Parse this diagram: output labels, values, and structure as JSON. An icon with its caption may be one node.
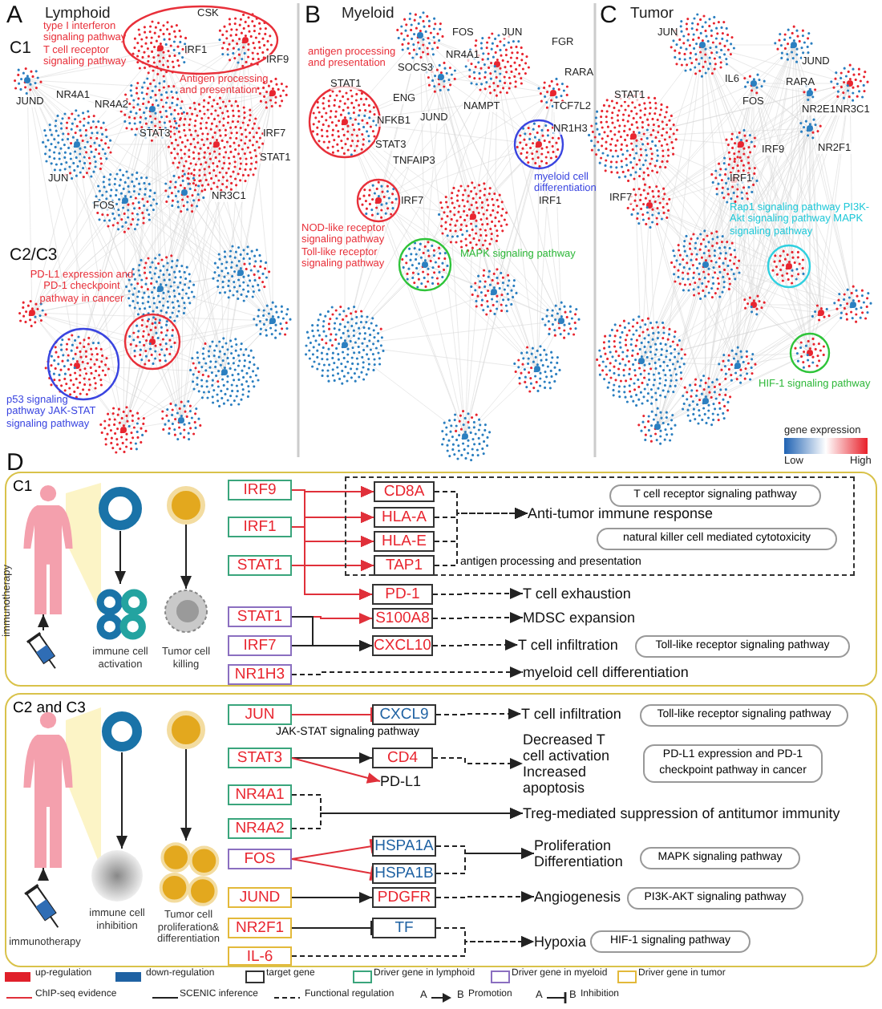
{
  "diagram": {
    "nodes": [
      {
        "text": [
          "C1"
        ]
      },
      {
        "text": [],
        "shape": "person",
        "in": 0
      },
      {
        "text": [],
        "shape": "picture",
        "in": 0,
        "beside": [
          "immunotherapy"
        ]
      },
      {
        "text": [],
        "shape": "circle",
        "in": 0
      },
      {
        "text": [],
        "shape": "picture",
        "in": 0,
        "beside": [
          "immune cell activation"
        ]
      },
      {
        "text": [],
        "shape": "circle",
        "in": 0
      },
      {
        "text": [],
        "shape": "circle",
        "in": 0,
        "beside": [
          "Tumor cell killing"
        ]
      },
      {
        "text": [
          "IRF9"
        ],
        "in": 0
      },
      {
        "text": [
          "IRF1"
        ],
        "in": 0
      },
      {
        "text": [
          "STAT1"
        ],
        "in": 0
      },
      {
        "text": [
          "STAT1"
        ],
        "in": 0
      },
      {
        "text": [
          "IRF7"
        ],
        "in": 0
      },
      {
        "text": [
          "NR1H3"
        ],
        "in": 0
      },
      {
        "text": [
          "antigen processing and presentation"
        ],
        "in": 0
      },
      {
        "text": [
          "CD8A"
        ],
        "in": 13
      },
      {
        "text": [
          "HLA-A"
        ],
        "in": 13
      },
      {
        "text": [
          "HLA-E"
        ],
        "in": 13
      },
      {
        "text": [
          "TAP1"
        ],
        "in": 13
      },
      {
        "text": [
          "T cell receptor signaling pathway"
        ],
        "in": 13
      },
      {
        "text": [
          "natural killer cell mediated cytotoxicity"
        ],
        "in": 13
      },
      {
        "text": [
          "Anti-tumor immune response"
        ],
        "in": 13
      },
      {
        "text": [
          "PD-1"
        ],
        "in": 0
      },
      {
        "text": [
          "S100A8"
        ],
        "in": 0
      },
      {
        "text": [
          "CXCL10"
        ],
        "in": 0
      },
      {
        "text": [
          "T cell exhaustion"
        ],
        "in": 0
      },
      {
        "text": [
          "MDSC expansion"
        ],
        "in": 0
      },
      {
        "text": [
          "T cell infiltration"
        ],
        "in": 0
      },
      {
        "text": [
          "Toll-like receptor signaling pathway"
        ],
        "in": 0
      },
      {
        "text": [
          "myeloid cell differentiation"
        ],
        "in": 0
      },
      {
        "text": [
          "C2 and C3"
        ]
      },
      {
        "text": [],
        "shape": "person",
        "in": 29
      },
      {
        "text": [],
        "shape": "picture",
        "in": 29,
        "beside": [
          "immunotherapy"
        ]
      },
      {
        "text": [],
        "shape": "circle",
        "in": 29
      },
      {
        "text": [],
        "shape": "circle",
        "in": 29,
        "beside": [
          "immune cell inhibition"
        ]
      },
      {
        "text": [],
        "shape": "circle",
        "in": 29
      },
      {
        "text": [],
        "shape": "picture",
        "in": 29,
        "beside": [
          "Tumor cell proliferation& differentiation"
        ]
      },
      {
        "text": [
          "JUN"
        ],
        "in": 29
      },
      {
        "text": [
          "CXCL9"
        ],
        "in": 29
      },
      {
        "text": [
          "T cell infiltration"
        ],
        "in": 29
      },
      {
        "text": [
          "Toll-like receptor signaling pathway"
        ],
        "in": 29
      },
      {
        "text": [
          "STAT3"
        ],
        "in": 29
      },
      {
        "text": [
          "CD4"
        ],
        "in": 29
      },
      {
        "text": [
          "PD-L1"
        ],
        "in": 29
      },
      {
        "text": [
          "Decreased T cell activation Increased apoptosis"
        ],
        "in": 29
      },
      {
        "text": [
          "PD-L1 expression and PD-1 checkpoint pathway in cancer"
        ],
        "in": 29
      },
      {
        "text": [
          "NR4A1"
        ],
        "in": 29
      },
      {
        "text": [
          "NR4A2"
        ],
        "in": 29
      },
      {
        "text": [
          "Treg-mediated suppression of antitumor immunity"
        ],
        "in": 29
      },
      {
        "text": [
          "FOS"
        ],
        "in": 29
      },
      {
        "text": [
          "HSPA1A"
        ],
        "in": 29
      },
      {
        "text": [
          "HSPA1B"
        ],
        "in": 29
      },
      {
        "text": [
          "Proliferation Differentiation"
        ],
        "in": 29
      },
      {
        "text": [
          "MAPK signaling pathway"
        ],
        "in": 29
      },
      {
        "text": [
          "JUND"
        ],
        "in": 29
      },
      {
        "text": [
          "PDGFR"
        ],
        "in": 29
      },
      {
        "text": [
          "Angiogenesis"
        ],
        "in": 29
      },
      {
        "text": [
          "PI3K-AKT signaling pathway"
        ],
        "in": 29
      },
      {
        "text": [
          "NR2F1"
        ],
        "in": 29
      },
      {
        "text": [
          "TF"
        ],
        "in": 29
      },
      {
        "text": [
          "Hypoxia"
        ],
        "in": 29
      },
      {
        "text": [
          "HIF-1 signaling pathway"
        ],
        "in": 29
      },
      {
        "text": [
          "IL-6"
        ],
        "in": 29
      }
    ],
    "edges": [
      {
        "from": 2,
        "to": 1,
        "arrow": "to"
      },
      {
        "from": 3,
        "to": 4,
        "arrow": "to"
      },
      {
        "from": 5,
        "to": 6,
        "arrow": "to"
      },
      {
        "from": 7,
        "to": 14,
        "arrow": "to",
        "color": "#e0303a"
      },
      {
        "from": 7,
        "to": 15,
        "arrow": "to",
        "color": "#e0303a"
      },
      {
        "from": 7,
        "to": 16,
        "arrow": "to",
        "color": "#e0303a"
      },
      {
        "from": 7,
        "to": 17,
        "arrow": "to",
        "color": "#e0303a"
      },
      {
        "from": 7,
        "to": 21,
        "arrow": "to",
        "color": "#e0303a"
      },
      {
        "from": 8,
        "to": 14,
        "arrow": "to",
        "color": "#e0303a"
      },
      {
        "from": 8,
        "to": 15,
        "arrow": "to",
        "color": "#e0303a"
      },
      {
        "from": 8,
        "to": 16,
        "arrow": "to",
        "color": "#e0303a"
      },
      {
        "from": 8,
        "to": 17,
        "arrow": "to",
        "color": "#e0303a"
      },
      {
        "from": 8,
        "to": 21,
        "arrow": "to",
        "color": "#e0303a"
      },
      {
        "from": 9,
        "to": 14,
        "arrow": "to",
        "color": "#e0303a"
      },
      {
        "from": 9,
        "to": 15,
        "arrow": "to",
        "color": "#e0303a"
      },
      {
        "from": 9,
        "to": 16,
        "arrow": "to",
        "color": "#e0303a"
      },
      {
        "from": 9,
        "to": 17,
        "arrow": "to",
        "color": "#e0303a"
      },
      {
        "from": 9,
        "to": 21,
        "arrow": "to",
        "color": "#e0303a"
      },
      {
        "from": 10,
        "to": 22,
        "arrow": "to",
        "color": "#e0303a"
      },
      {
        "from": 10,
        "to": 23,
        "arrow": "to"
      },
      {
        "from": 11,
        "to": 23,
        "arrow": "to"
      },
      {
        "from": 12,
        "to": 28,
        "arrow": "to",
        "style": "dashed"
      },
      {
        "from": 14,
        "to": 20,
        "arrow": "to",
        "style": "dashed"
      },
      {
        "from": 15,
        "to": 20,
        "arrow": "to",
        "style": "dashed"
      },
      {
        "from": 16,
        "to": 20,
        "arrow": "to",
        "style": "dashed"
      },
      {
        "from": 17,
        "to": 20,
        "arrow": "to",
        "style": "dashed"
      },
      {
        "from": 21,
        "to": 24,
        "arrow": "to",
        "style": "dashed"
      },
      {
        "from": 22,
        "to": 25,
        "arrow": "to",
        "style": "dashed"
      },
      {
        "from": 23,
        "to": 26,
        "arrow": "to",
        "style": "dashed"
      },
      {
        "from": 31,
        "to": 30,
        "arrow": "to"
      },
      {
        "from": 32,
        "to": 33,
        "arrow": "to"
      },
      {
        "from": 34,
        "to": 35,
        "arrow": "to"
      },
      {
        "from": 36,
        "to": 37,
        "arrow": "other",
        "color": "#e0303a",
        "label": "JAK-STAT signaling pathway"
      },
      {
        "from": 37,
        "to": 38,
        "arrow": "to",
        "style": "dashed"
      },
      {
        "from": 40,
        "to": 41,
        "arrow": "to"
      },
      {
        "from": 40,
        "to": 42,
        "arrow": "to",
        "color": "#e0303a"
      },
      {
        "from": 41,
        "to": 43,
        "arrow": "to",
        "style": "dashed"
      },
      {
        "from": 45,
        "to": 47,
        "arrow": "to",
        "style": "dashed"
      },
      {
        "from": 46,
        "to": 47,
        "arrow": "to",
        "style": "dashed"
      },
      {
        "from": 48,
        "to": 49,
        "arrow": "other",
        "color": "#e0303a"
      },
      {
        "from": 48,
        "to": 50,
        "arrow": "other",
        "color": "#e0303a"
      },
      {
        "from": 49,
        "to": 51,
        "arrow": "to",
        "style": "dashed"
      },
      {
        "from": 50,
        "to": 51,
        "arrow": "to",
        "style": "dashed"
      },
      {
        "from": 53,
        "to": 54,
        "arrow": "to"
      },
      {
        "from": 54,
        "to": 55,
        "arrow": "to",
        "style": "dashed"
      },
      {
        "from": 57,
        "to": 58,
        "arrow": "other"
      },
      {
        "from": 58,
        "to": 59,
        "arrow": "to",
        "style": "dashed"
      },
      {
        "from": 61,
        "to": 59,
        "arrow": "to",
        "style": "dashed"
      }
    ],
    "labels": [
      "A",
      "Lymphoid",
      "C1",
      "type I interferon signaling pathway T cell receptor signaling pathway",
      "CSK",
      "IRF1",
      "IRF9",
      "Antigen processing and presentation",
      "JUND",
      "NR4A1",
      "NR4A2",
      "STAT3",
      "IRF7",
      "STAT1",
      "JUN",
      "FOS",
      "NR3C1",
      "C2/C3",
      "PD-L1 expression and PD-1 checkpoint pathway in cancer",
      "p53 signaling pathway JAK-STAT signaling pathway",
      "B",
      "Myeloid",
      "antigen processing and presentation",
      "FOS",
      "JUN",
      "NR4A1",
      "FGR",
      "RARA",
      "SOCS3",
      "STAT1",
      "ENG",
      "JUND",
      "NAMPT",
      "TCF7L2",
      "NFKB1",
      "NR1H3",
      "STAT3",
      "TNFAIP3",
      "myeloid cell differentiation",
      "IRF7",
      "IRF1",
      "NOD-like receptor signaling pathway Toll-like receptor signaling pathway",
      "MAPK signaling pathway",
      "C",
      "Tumor",
      "JUN",
      "JUND",
      "IL6",
      "FOS",
      "RARA",
      "NR2E1",
      "NR3C1",
      "STAT1",
      "IRF9",
      "NR2F1",
      "IRF1",
      "IRF7",
      "Rap1 signaling pathway PI3K-Akt signaling pathway MAPK signaling pathway",
      "HIF-1 signaling pathway",
      "gene expression",
      "Low",
      "High",
      "D",
      "A",
      "B",
      "A",
      "B"
    ],
    "legend": [
      {
        "text": "up-regulation",
        "color": "#e0202a"
      },
      {
        "text": "down-regulation",
        "color": "#1f62a3"
      },
      {
        "text": "target gene"
      },
      {
        "text": "Driver gene in lymphoid"
      },
      {
        "text": "Driver gene in myeloid"
      },
      {
        "text": "Driver gene in tumor"
      },
      {
        "text": "ChIP-seq evidence"
      },
      {
        "text": "SCENIC inference"
      },
      {
        "text": "Functional regulation"
      },
      {
        "text": "Promotion"
      },
      {
        "text": "Inhibition"
      }
    ]
  }
}
